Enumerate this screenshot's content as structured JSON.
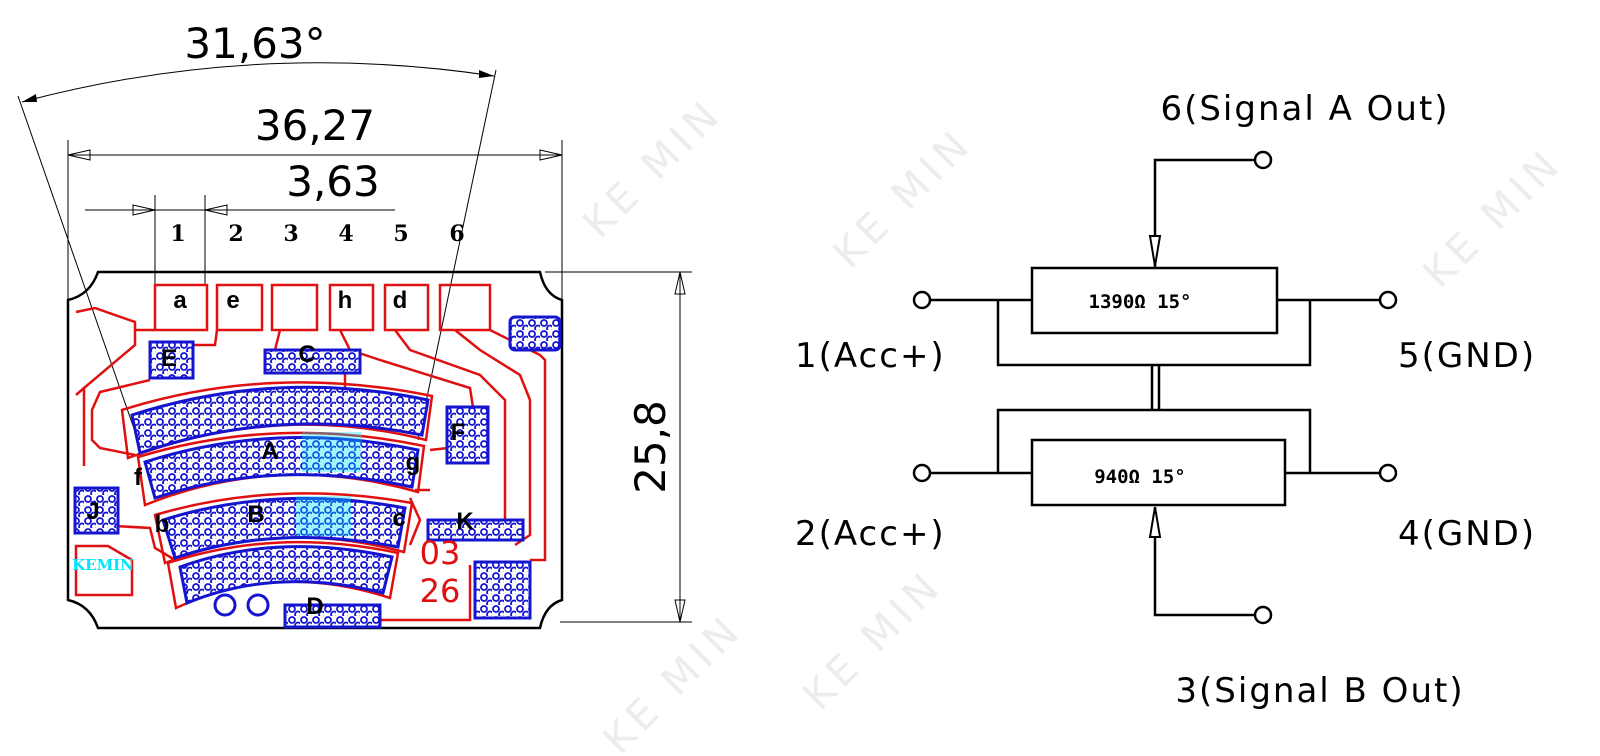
{
  "watermark": "KE MIN",
  "footprint": {
    "angle_dim": "31,63°",
    "width_dim": "36,27",
    "pitch_dim": "3,63",
    "height_dim": "25,8",
    "columns": [
      "1",
      "2",
      "3",
      "4",
      "5",
      "6"
    ],
    "top_pads": [
      "a",
      "e",
      "h",
      "d"
    ],
    "side_labels": {
      "f": "f",
      "g": "g",
      "b": "b",
      "c": "c"
    },
    "tracks": {
      "A": "A",
      "B": "B"
    },
    "pads": {
      "C": "C",
      "D": "D",
      "E": "E",
      "F": "F",
      "J": "J",
      "K": "K"
    },
    "date_code": [
      "03",
      "26"
    ],
    "logo": "KEMIN"
  },
  "schematic": {
    "pin6": "6(Signal A Out)",
    "pin1": "1(Acc+)",
    "pin5": "5(GND)",
    "pin2": "2(Acc+)",
    "pin4": "4(GND)",
    "pin3": "3(Signal B Out)",
    "resistor_top": "1390Ω 15°",
    "resistor_bottom": "940Ω 15°"
  },
  "colors": {
    "trace": "#e01010",
    "pad": "#1515d0",
    "fill_accent": "#00e5ff"
  }
}
